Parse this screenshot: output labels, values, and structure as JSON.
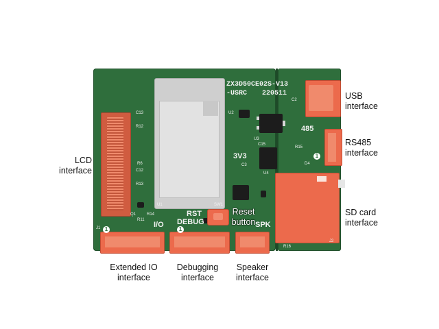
{
  "board": {
    "model_line1": "ZX3D50CE02S-V13",
    "model_line2": "-USRC",
    "date_code": "220511",
    "silk_3v3": "3V3",
    "silk_485": "485",
    "silk_rst": "RST",
    "silk_debug": "DEBUG",
    "silk_io": "I/O",
    "silk_spk": "SPK",
    "silk_sw1": "SW1",
    "silk_u1": "U1",
    "silk_u2": "U2",
    "silk_u3": "U3",
    "silk_u4": "U4",
    "silk_j2": "J2",
    "silk_j1": "J1",
    "silk_c15": "C15",
    "silk_c3": "C3",
    "silk_r15": "R15",
    "silk_r16": "R16",
    "silk_d4": "D4",
    "silk_c13": "C13",
    "silk_r12": "R12",
    "silk_c12": "C12",
    "silk_r13": "R13",
    "silk_r11": "R11",
    "silk_r14": "R14",
    "silk_r6": "R6",
    "silk_q1": "Q1"
  },
  "labels": {
    "usb": [
      "USB",
      "interface"
    ],
    "rs485": [
      "RS485",
      "interface"
    ],
    "lcd": [
      "LCD",
      "interface"
    ],
    "sd": [
      "SD card",
      "interface"
    ],
    "reset": [
      "Reset",
      "button"
    ],
    "extended_io": [
      "Extended IO",
      "interface"
    ],
    "debugging": [
      "Debugging",
      "interface"
    ],
    "speaker": [
      "Speaker",
      "interface"
    ]
  },
  "colors": {
    "pcb_green": "#2f6e3c",
    "connector_orange": "#ec6a4c",
    "module_gray": "#cfcfcf"
  }
}
